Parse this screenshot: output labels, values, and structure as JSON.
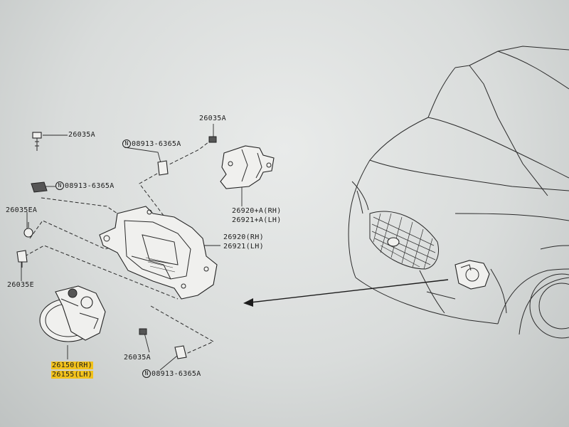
{
  "labels": {
    "bolt_tl": "26035A",
    "nut_tl": "08913-6365A",
    "nut_top": "08913-6365A",
    "bolt_top": "26035A",
    "bracket_small_rh": "26920+A(RH)",
    "bracket_small_lh": "26921+A(LH)",
    "clip_ea": "26035EA",
    "clip_e": "26035E",
    "bracket_rh": "26920(RH)",
    "bracket_lh": "26921(LH)",
    "bolt_bottom": "26035A",
    "nut_bottom": "08913-6365A",
    "lamp_rh": "26150(RH)",
    "lamp_lh": "26155(LH)",
    "n_symbol": "N"
  },
  "colors": {
    "highlight": "#f2c21b",
    "line": "#2a2a2a",
    "paper": "#e4e6e5"
  }
}
